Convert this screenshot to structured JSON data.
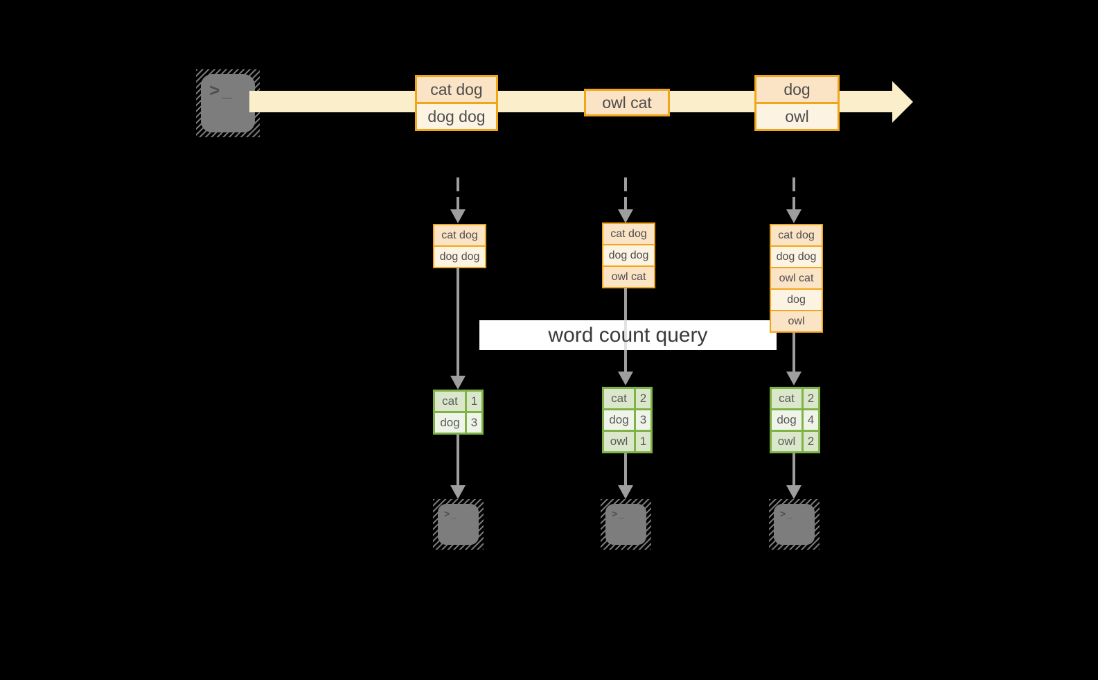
{
  "query_label": "word count query",
  "terminal_glyph": ">_",
  "stream": {
    "batches": [
      {
        "records": [
          "cat dog",
          "dog dog"
        ]
      },
      {
        "records": [
          "owl cat"
        ]
      },
      {
        "records": [
          "dog",
          "owl"
        ]
      }
    ]
  },
  "snapshots": [
    {
      "buffer": [
        "cat dog",
        "dog dog"
      ],
      "counts": [
        {
          "word": "cat",
          "value": "1"
        },
        {
          "word": "dog",
          "value": "3"
        }
      ]
    },
    {
      "buffer": [
        "cat dog",
        "dog dog",
        "owl cat"
      ],
      "counts": [
        {
          "word": "cat",
          "value": "2"
        },
        {
          "word": "dog",
          "value": "3"
        },
        {
          "word": "owl",
          "value": "1"
        }
      ]
    },
    {
      "buffer": [
        "cat dog",
        "dog dog",
        "owl cat",
        "dog",
        "owl"
      ],
      "counts": [
        {
          "word": "cat",
          "value": "2"
        },
        {
          "word": "dog",
          "value": "4"
        },
        {
          "word": "owl",
          "value": "2"
        }
      ]
    }
  ],
  "colors": {
    "background": "#000000",
    "stream_band": "#FBEFCB",
    "record_border": "#F1A619",
    "record_fill_peach": "#FBE3C5",
    "record_fill_cream": "#FDF3E2",
    "table_border": "#7FB347",
    "table_fill_dark": "#DBE7CB",
    "table_fill_light": "#EFF4E8",
    "arrow_gray": "#9E9E9E",
    "terminal_gray": "#7D7D7D",
    "text_dark": "#4D4D4D"
  }
}
